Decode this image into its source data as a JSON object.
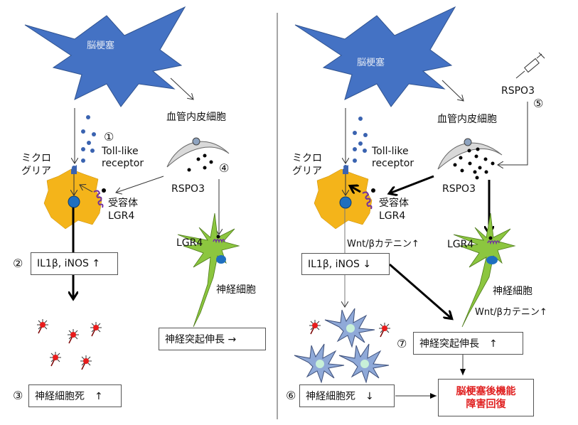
{
  "colors": {
    "infarct": "#4472c4",
    "microglia": "#f4b41a",
    "nucleus": "#1f6fbf",
    "neuron": "#8cc63f",
    "receptor": "#7030a0",
    "dead_cell": "#e81c1c",
    "healthy_neuron": "#8fa9d8",
    "endothelial": "#d9d9d9",
    "recovery_text": "#e02020"
  },
  "left_panel": {
    "infarct_label": "脳梗塞",
    "endothelial_label": "血管内皮細胞",
    "step1": "①",
    "step4": "④",
    "tlr_label_line1": "Toll-like",
    "tlr_label_line2": "receptor",
    "microglia_line1": "ミクロ",
    "microglia_line2": "グリア",
    "rspo3_label": "RSPO3",
    "receptor_line1": "受容体",
    "receptor_line2": "LGR4",
    "neuron_lgr4": "LGR4",
    "neuron_label": "神経細胞",
    "step2": "②",
    "box_cytokines": "IL1β, iNOS ↑",
    "box_neurite": "神経突起伸長 →",
    "step3": "③",
    "box_death": "神経細胞死　↑"
  },
  "right_panel": {
    "infarct_label": "脳梗塞",
    "syringe_icon": "syringe",
    "injected_label": "RSPO3",
    "step5": "⑤",
    "endothelial_label": "血管内皮細胞",
    "tlr_label_line1": "Toll-like",
    "tlr_label_line2": "receptor",
    "microglia_line1": "ミクロ",
    "microglia_line2": "グリア",
    "rspo3_label": "RSPO3",
    "receptor_line1": "受容体",
    "receptor_line2": "LGR4",
    "wnt_microglia": "Wnt/βカテニン↑",
    "neuron_lgr4": "LGR4",
    "neuron_label": "神経細胞",
    "wnt_neuron": "Wnt/βカテニン↑",
    "box_cytokines": "IL1β, iNOS ↓",
    "step7": "⑦",
    "box_neurite": "神経突起伸長　↑",
    "step6": "⑥",
    "box_death": "神経細胞死　↓",
    "box_recovery_line1": "脳梗塞後機能",
    "box_recovery_line2": "障害回復"
  }
}
